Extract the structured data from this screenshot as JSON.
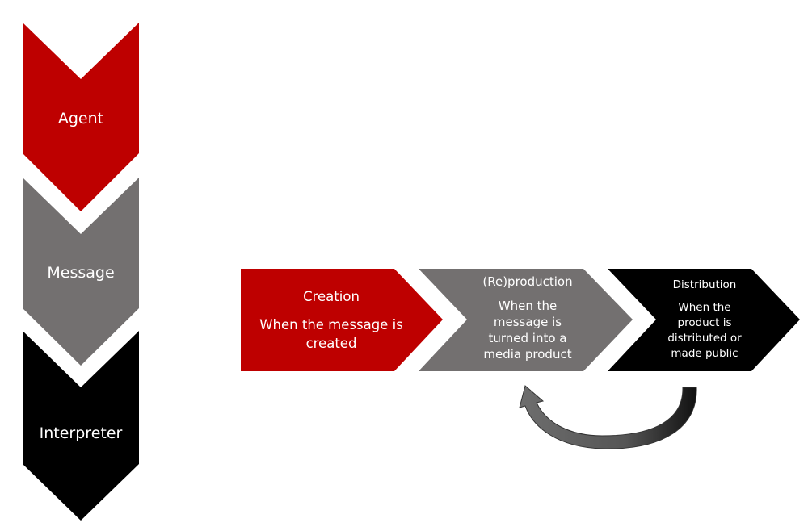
{
  "colors": {
    "red": "#be0000",
    "gray": "#737070",
    "black": "#000000"
  },
  "vertical_chevrons": [
    {
      "label": "Agent"
    },
    {
      "label": "Message"
    },
    {
      "label": "Interpreter"
    }
  ],
  "process": [
    {
      "title": "Creation",
      "description": "When the message is created"
    },
    {
      "title": "(Re)production",
      "description": "When the message is turned into a media product"
    },
    {
      "title": "Distribution",
      "description": "When the product is distributed or made public"
    }
  ],
  "loop_arrow": {
    "from": "Distribution",
    "to": "(Re)production"
  }
}
